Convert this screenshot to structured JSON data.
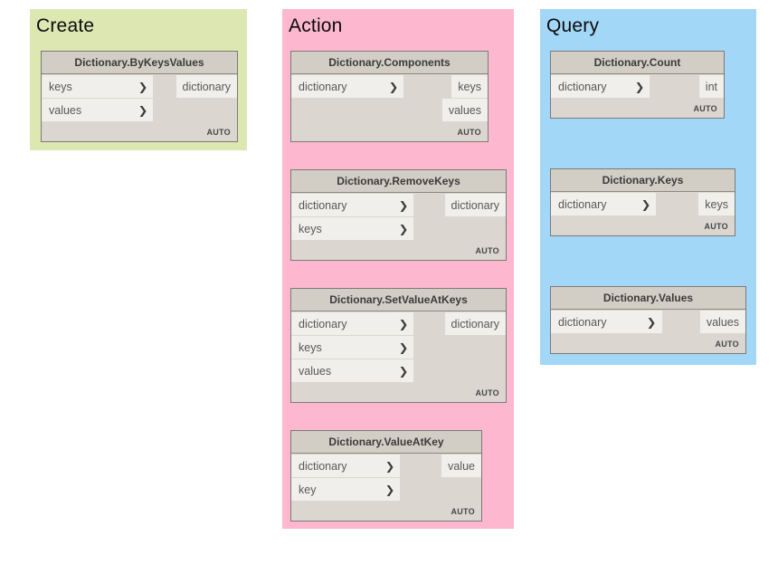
{
  "icons": {
    "port_arrow": "❯"
  },
  "colors": {
    "page_background": "#ffffff",
    "node_body": "#dbd7d0",
    "node_header": "#d2cec6",
    "port_cell": "#f1efeb",
    "node_border": "#7c7a76"
  },
  "groups": [
    {
      "id": "create",
      "title": "Create",
      "color": "#dde7b2",
      "nodes": [
        {
          "title": "Dictionary.ByKeysValues",
          "inputs": [
            "keys",
            "values"
          ],
          "outputs": [
            "dictionary"
          ],
          "footer": "AUTO"
        }
      ]
    },
    {
      "id": "action",
      "title": "Action",
      "color": "#fdb8cf",
      "nodes": [
        {
          "title": "Dictionary.Components",
          "inputs": [
            "dictionary"
          ],
          "outputs": [
            "keys",
            "values"
          ],
          "footer": "AUTO"
        },
        {
          "title": "Dictionary.RemoveKeys",
          "inputs": [
            "dictionary",
            "keys"
          ],
          "outputs": [
            "dictionary"
          ],
          "footer": "AUTO"
        },
        {
          "title": "Dictionary.SetValueAtKeys",
          "inputs": [
            "dictionary",
            "keys",
            "values"
          ],
          "outputs": [
            "dictionary"
          ],
          "footer": "AUTO"
        },
        {
          "title": "Dictionary.ValueAtKey",
          "inputs": [
            "dictionary",
            "key"
          ],
          "outputs": [
            "value"
          ],
          "footer": "AUTO"
        }
      ]
    },
    {
      "id": "query",
      "title": "Query",
      "color": "#a3d7f7",
      "nodes": [
        {
          "title": "Dictionary.Count",
          "inputs": [
            "dictionary"
          ],
          "outputs": [
            "int"
          ],
          "footer": "AUTO"
        },
        {
          "title": "Dictionary.Keys",
          "inputs": [
            "dictionary"
          ],
          "outputs": [
            "keys"
          ],
          "footer": "AUTO"
        },
        {
          "title": "Dictionary.Values",
          "inputs": [
            "dictionary"
          ],
          "outputs": [
            "values"
          ],
          "footer": "AUTO"
        }
      ]
    }
  ]
}
